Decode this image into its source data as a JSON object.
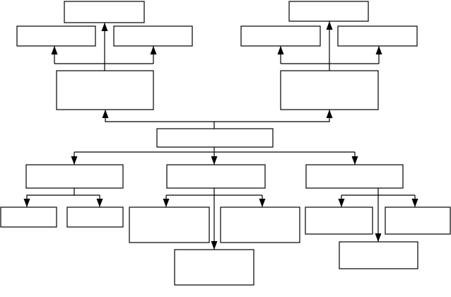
{
  "diagram": {
    "boxes": [
      {
        "id": "top-left-top",
        "label": ""
      },
      {
        "id": "top-left-left",
        "label": ""
      },
      {
        "id": "top-left-right",
        "label": ""
      },
      {
        "id": "top-left-hub",
        "label": ""
      },
      {
        "id": "top-right-top",
        "label": ""
      },
      {
        "id": "top-right-left",
        "label": ""
      },
      {
        "id": "top-right-right",
        "label": ""
      },
      {
        "id": "top-right-hub",
        "label": ""
      },
      {
        "id": "center",
        "label": ""
      },
      {
        "id": "bottom-left-hub",
        "label": ""
      },
      {
        "id": "bottom-left-left",
        "label": ""
      },
      {
        "id": "bottom-left-right",
        "label": ""
      },
      {
        "id": "bottom-mid-hub",
        "label": ""
      },
      {
        "id": "bottom-mid-left",
        "label": ""
      },
      {
        "id": "bottom-mid-right",
        "label": ""
      },
      {
        "id": "bottom-mid-bottom",
        "label": ""
      },
      {
        "id": "bottom-right-hub",
        "label": ""
      },
      {
        "id": "bottom-right-left",
        "label": ""
      },
      {
        "id": "bottom-right-right",
        "label": ""
      },
      {
        "id": "bottom-right-bottom",
        "label": ""
      }
    ],
    "connections": [
      {
        "from": "top-left-hub",
        "to": [
          "top-left-top",
          "top-left-left",
          "top-left-right"
        ]
      },
      {
        "from": "top-right-hub",
        "to": [
          "top-right-top",
          "top-right-left",
          "top-right-right"
        ]
      },
      {
        "from": "center",
        "to": [
          "top-left-hub",
          "top-right-hub"
        ]
      },
      {
        "from": "center",
        "to": [
          "bottom-left-hub",
          "bottom-mid-hub",
          "bottom-right-hub"
        ]
      },
      {
        "from": "bottom-left-hub",
        "to": [
          "bottom-left-left",
          "bottom-left-right"
        ]
      },
      {
        "from": "bottom-mid-hub",
        "to": [
          "bottom-mid-left",
          "bottom-mid-right",
          "bottom-mid-bottom"
        ]
      },
      {
        "from": "bottom-right-hub",
        "to": [
          "bottom-right-left",
          "bottom-right-right",
          "bottom-right-bottom"
        ]
      }
    ]
  }
}
